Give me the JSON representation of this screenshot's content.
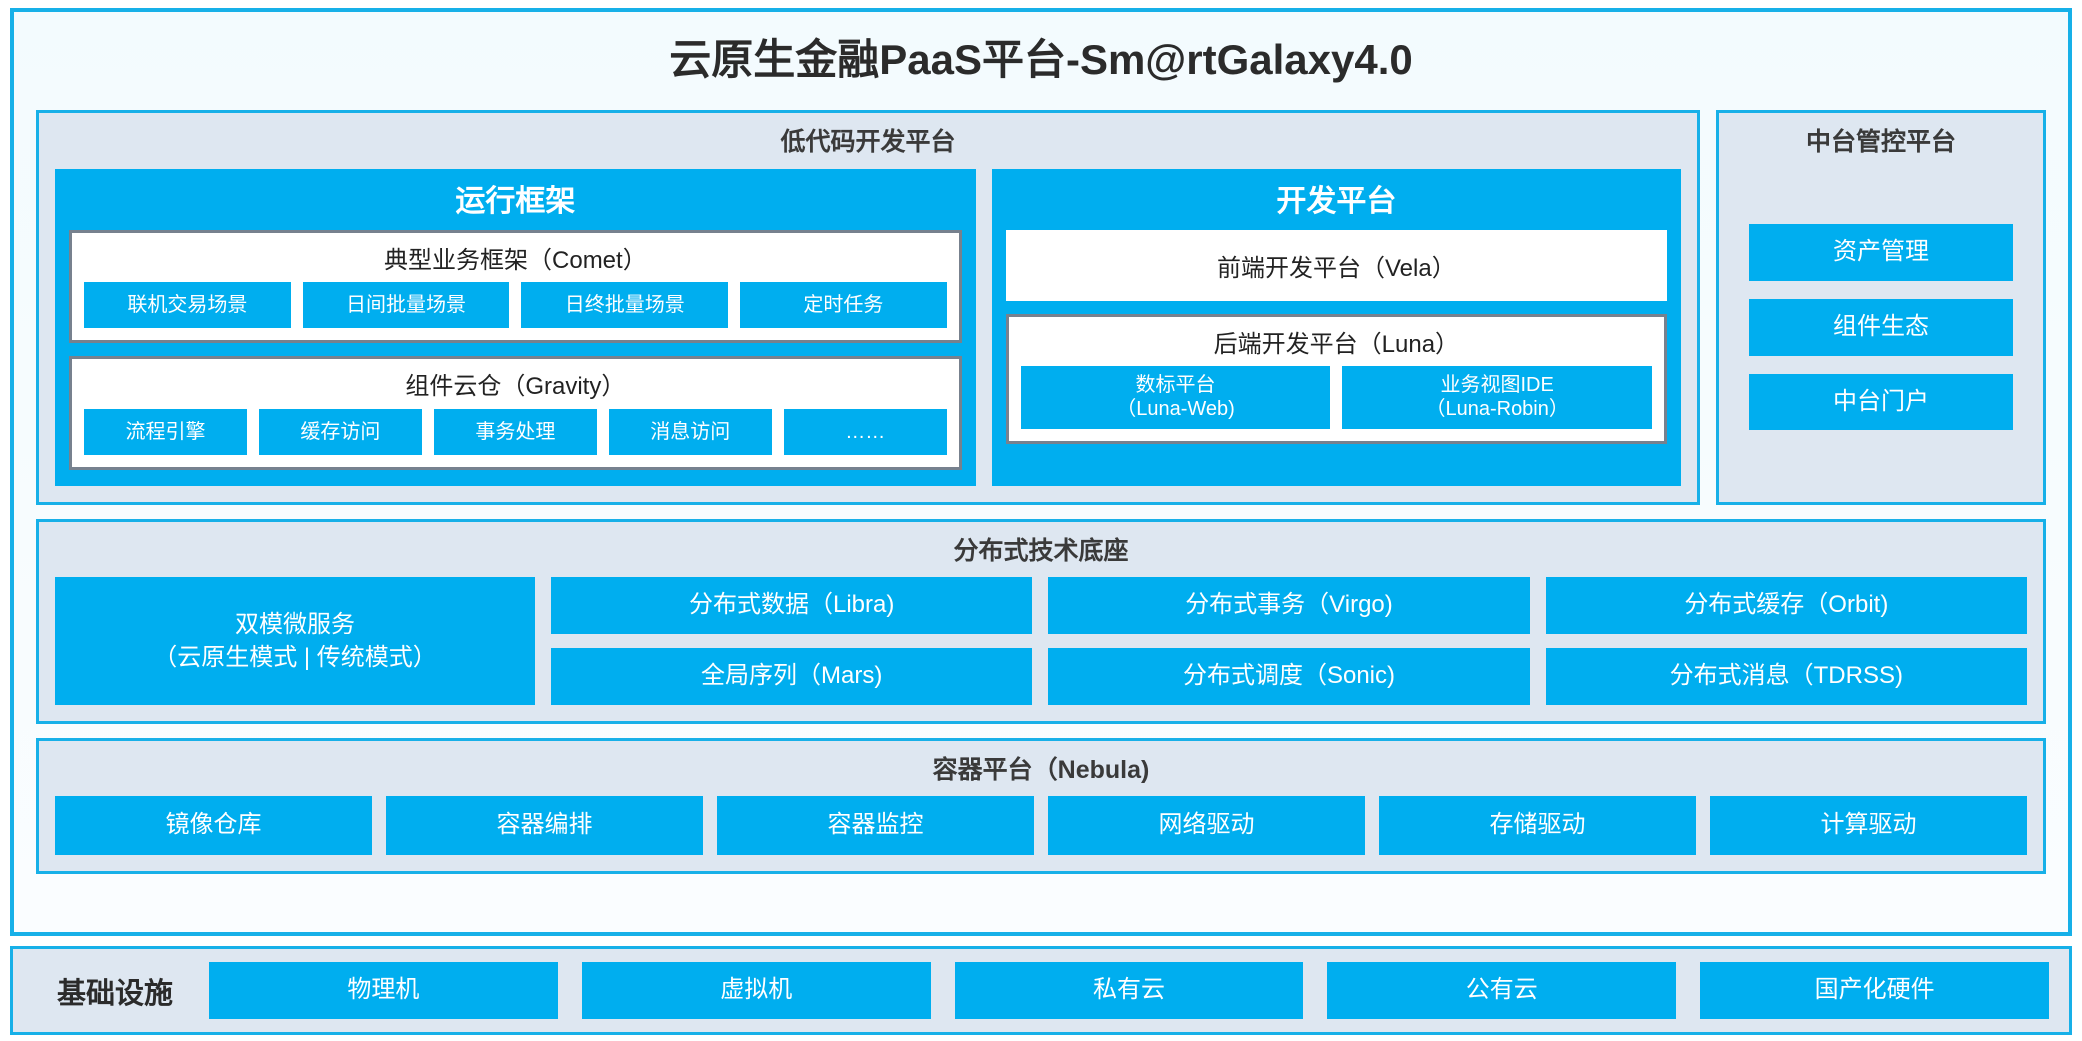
{
  "title": "云原生金融PaaS平台-Sm@rtGalaxy4.0",
  "colors": {
    "accent": "#00AEEF",
    "frame_border": "#17B0E8",
    "panel_bg": "#DEE7F1",
    "page_bg": "#F7FCFE",
    "inner_box_border": "#77818E",
    "text_dark": "#2b2b2b",
    "text_light": "#FFFFFF"
  },
  "lowcode": {
    "title": "低代码开发平台",
    "runtime": {
      "title": "运行框架",
      "comet": {
        "title": "典型业务框架（Comet）",
        "items": [
          "联机交易场景",
          "日间批量场景",
          "日终批量场景",
          "定时任务"
        ]
      },
      "gravity": {
        "title": "组件云仓（Gravity）",
        "items": [
          "流程引擎",
          "缓存访问",
          "事务处理",
          "消息访问",
          "……"
        ]
      }
    },
    "devplatform": {
      "title": "开发平台",
      "vela": "前端开发平台（Vela）",
      "luna": {
        "title": "后端开发平台（Luna）",
        "items": [
          {
            "line1": "数标平台",
            "line2": "（Luna-Web)"
          },
          {
            "line1": "业务视图IDE",
            "line2": "（Luna-Robin）"
          }
        ]
      }
    }
  },
  "midoffice": {
    "title": "中台管控平台",
    "items": [
      "资产管理",
      "组件生态",
      "中台门户"
    ]
  },
  "techbase": {
    "title": "分布式技术底座",
    "wide": {
      "line1": "双模微服务",
      "line2": "（云原生模式 | 传统模式）"
    },
    "columns": [
      [
        "分布式数据（Libra)",
        "全局序列（Mars)"
      ],
      [
        "分布式事务（Virgo)",
        "分布式调度（Sonic)"
      ],
      [
        "分布式缓存（Orbit)",
        "分布式消息（TDRSS)"
      ]
    ]
  },
  "container": {
    "title": "容器平台（Nebula)",
    "items": [
      "镜像仓库",
      "容器编排",
      "容器监控",
      "网络驱动",
      "存储驱动",
      "计算驱动"
    ]
  },
  "infrastructure": {
    "label": "基础设施",
    "items": [
      "物理机",
      "虚拟机",
      "私有云",
      "公有云",
      "国产化硬件"
    ]
  }
}
